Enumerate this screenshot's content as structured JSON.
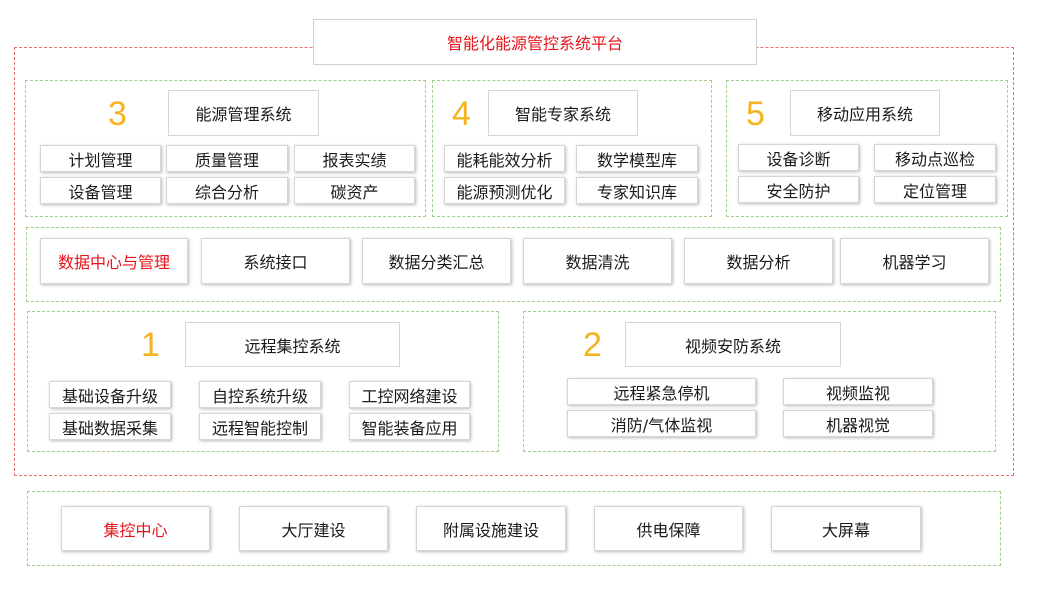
{
  "platform_title": "智能化能源管控系统平台",
  "accent_color": "#e8141b",
  "number_color": "#f5b41f",
  "sections": {
    "energy": {
      "number": "3",
      "title": "能源管理系统",
      "items": [
        "计划管理",
        "质量管理",
        "报表实绩",
        "设备管理",
        "综合分析",
        "碳资产"
      ]
    },
    "expert": {
      "number": "4",
      "title": "智能专家系统",
      "items": [
        "能耗能效分析",
        "数学模型库",
        "能源预测优化",
        "专家知识库"
      ]
    },
    "mobile": {
      "number": "5",
      "title": "移动应用系统",
      "items": [
        "设备诊断",
        "移动点巡检",
        "安全防护",
        "定位管理"
      ]
    },
    "data_center": {
      "label": "数据中心与管理",
      "items": [
        "系统接口",
        "数据分类汇总",
        "数据清洗",
        "数据分析",
        "机器学习"
      ]
    },
    "remote": {
      "number": "1",
      "title": "远程集控系统",
      "items": [
        "基础设备升级",
        "自控系统升级",
        "工控网络建设",
        "基础数据采集",
        "远程智能控制",
        "智能装备应用"
      ]
    },
    "video": {
      "number": "2",
      "title": "视频安防系统",
      "items": [
        "远程紧急停机",
        "视频监视",
        "消防/气体监视",
        "机器视觉"
      ]
    }
  },
  "control_center": {
    "label": "集控中心",
    "items": [
      "大厅建设",
      "附属设施建设",
      "供电保障",
      "大屏幕"
    ]
  }
}
